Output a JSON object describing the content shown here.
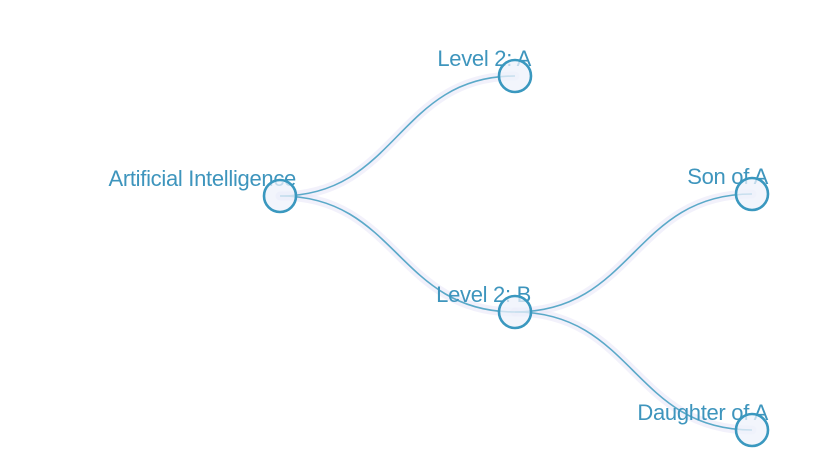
{
  "colors": {
    "node_stroke": "#3a98bf",
    "node_fill": "#eef1fb",
    "edge": "#5aa9c8",
    "edge_shadow": "#e8e6f8",
    "label": "#3e95bd",
    "background": "#ffffff"
  },
  "tree": {
    "nodes": [
      {
        "id": "root",
        "label": "Artificial Intelligence"
      },
      {
        "id": "a",
        "label": "Level 2: A"
      },
      {
        "id": "b",
        "label": "Level 2: B"
      },
      {
        "id": "son",
        "label": "Son of A"
      },
      {
        "id": "daughter",
        "label": "Daughter of A"
      }
    ],
    "edges": [
      {
        "from": "root",
        "to": "a"
      },
      {
        "from": "root",
        "to": "b"
      },
      {
        "from": "b",
        "to": "son"
      },
      {
        "from": "b",
        "to": "daughter"
      }
    ]
  }
}
